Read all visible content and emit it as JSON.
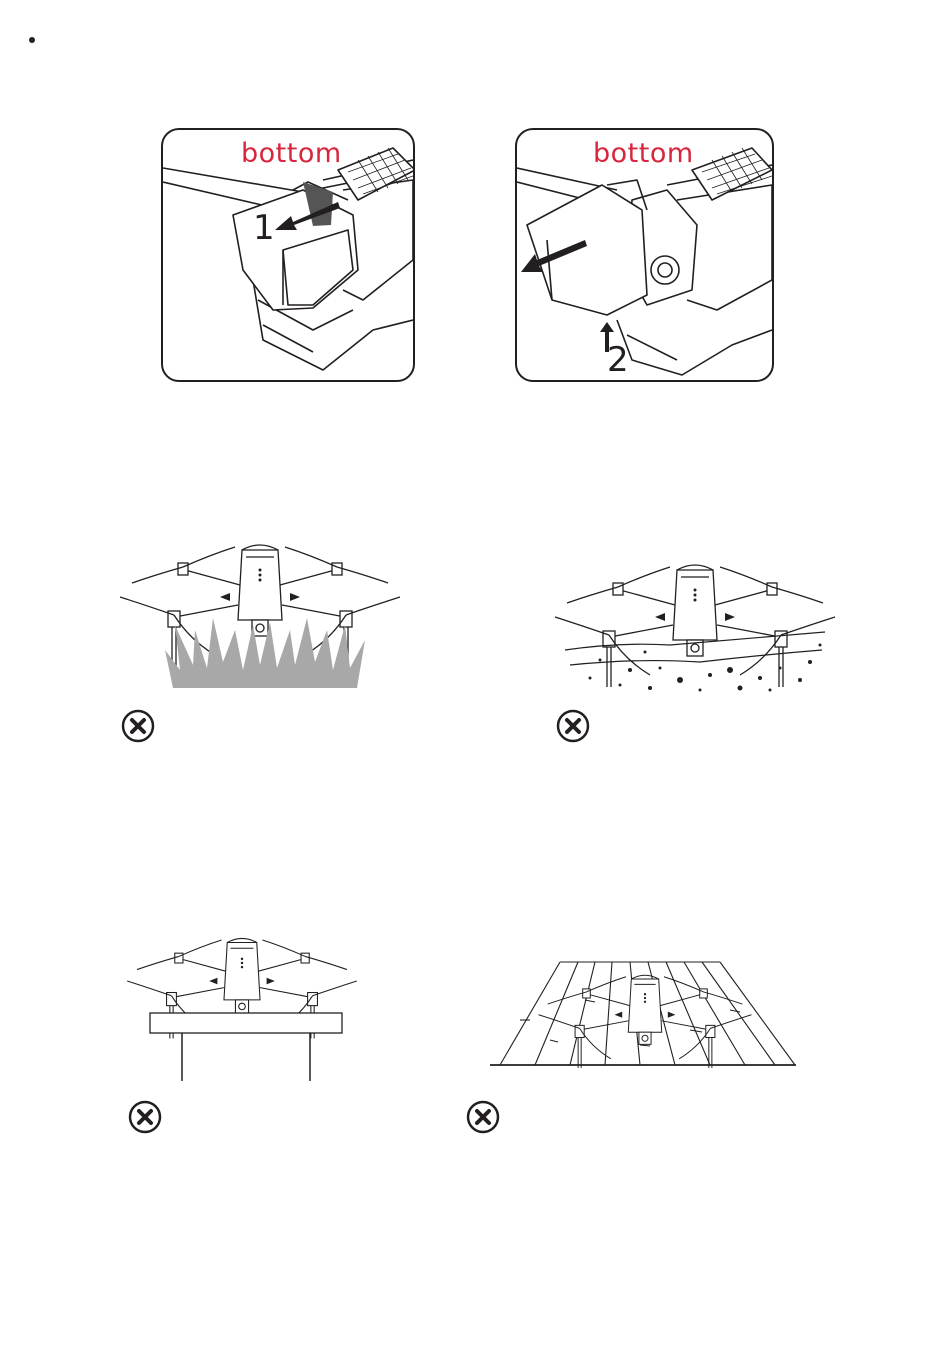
{
  "panels": [
    {
      "label": "bottom",
      "step": "1"
    },
    {
      "label": "bottom",
      "step": "2"
    }
  ],
  "scenes": [
    {
      "surface": "grass",
      "status_icon": "x-circle-icon"
    },
    {
      "surface": "sand",
      "status_icon": "x-circle-icon"
    },
    {
      "surface": "table",
      "status_icon": "x-circle-icon"
    },
    {
      "surface": "wood-floor",
      "status_icon": "x-circle-icon"
    }
  ],
  "colors": {
    "label_red": "#d7263d",
    "line": "#231f20",
    "grass_gray": "#a8a8a8"
  }
}
